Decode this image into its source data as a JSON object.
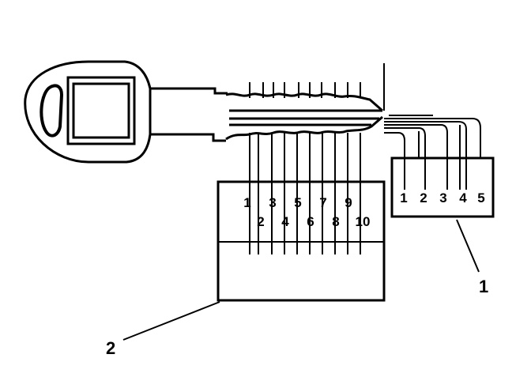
{
  "cut_labels": [
    "1",
    "2",
    "3",
    "4",
    "5",
    "6",
    "7",
    "8",
    "9",
    "10"
  ],
  "tumbler_labels": [
    "1",
    "2",
    "3",
    "4",
    "5"
  ],
  "callouts": [
    "1",
    "2"
  ],
  "colors": {
    "ink": "#000000",
    "paper": "#ffffff"
  }
}
